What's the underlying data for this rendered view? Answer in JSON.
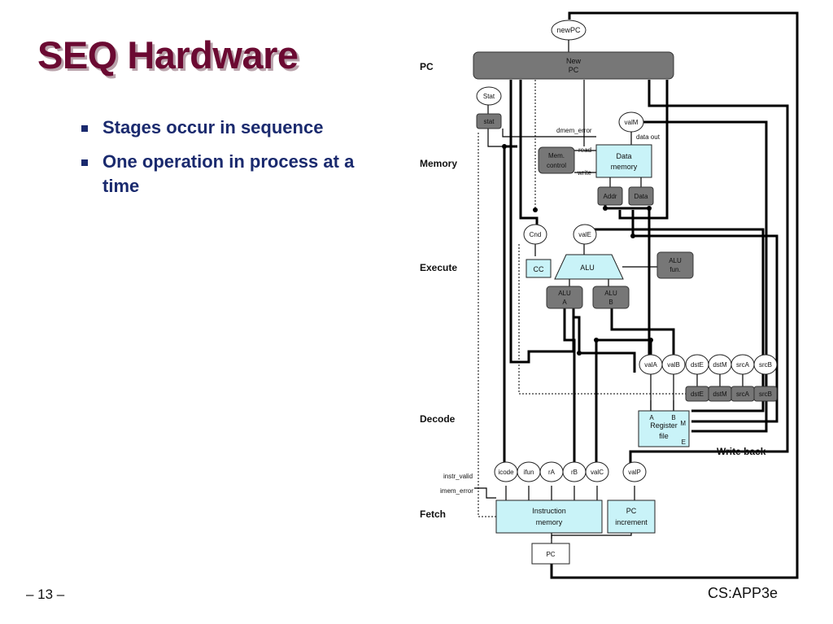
{
  "title": "SEQ Hardware",
  "bullets": [
    "Stages occur in sequence",
    "One operation in process at a time"
  ],
  "slide_number": "– 13 –",
  "footer": "CS:APP3e",
  "diagram": {
    "stages": {
      "pc": "PC",
      "memory": "Memory",
      "execute": "Execute",
      "decode": "Decode",
      "fetch": "Fetch"
    },
    "new_pc": {
      "line1": "New",
      "line2": "PC"
    },
    "newpc_signal": "newPC",
    "stat_signal": "Stat",
    "stat_box": "stat",
    "dmem_error": "dmem_error",
    "valm_signal": "valM",
    "data_out": "data out",
    "mem_control": {
      "line1": "Mem.",
      "line2": "control"
    },
    "read": "read",
    "write": "write",
    "data_memory": {
      "line1": "Data",
      "line2": "memory"
    },
    "addr": "Addr",
    "data": "Data",
    "cnd": "Cnd",
    "vale": "valE",
    "cc": "CC",
    "alu": "ALU",
    "alu_fun": {
      "line1": "ALU",
      "line2": "fun."
    },
    "alu_a": {
      "line1": "ALU",
      "line2": "A"
    },
    "alu_b": {
      "line1": "ALU",
      "line2": "B"
    },
    "reg_outputs": [
      "valA",
      "valB",
      "dstE",
      "dstM",
      "srcA",
      "srcB"
    ],
    "reg_inputs": [
      "dstE",
      "dstM",
      "srcA",
      "srcB"
    ],
    "register_file": {
      "line1": "Register",
      "line2": "file"
    },
    "port_a": "A",
    "port_b": "B",
    "port_m": "M",
    "port_e": "E",
    "write_back": "Write back",
    "fetch_outputs": [
      "icode",
      "ifun",
      "rA",
      "rB",
      "valC",
      "valP"
    ],
    "instr_valid": "instr_valid",
    "imem_error": "imem_error",
    "instruction_memory": {
      "line1": "Instruction",
      "line2": "memory"
    },
    "pc_increment": {
      "line1": "PC",
      "line2": "increment"
    },
    "pc_box": "PC"
  }
}
